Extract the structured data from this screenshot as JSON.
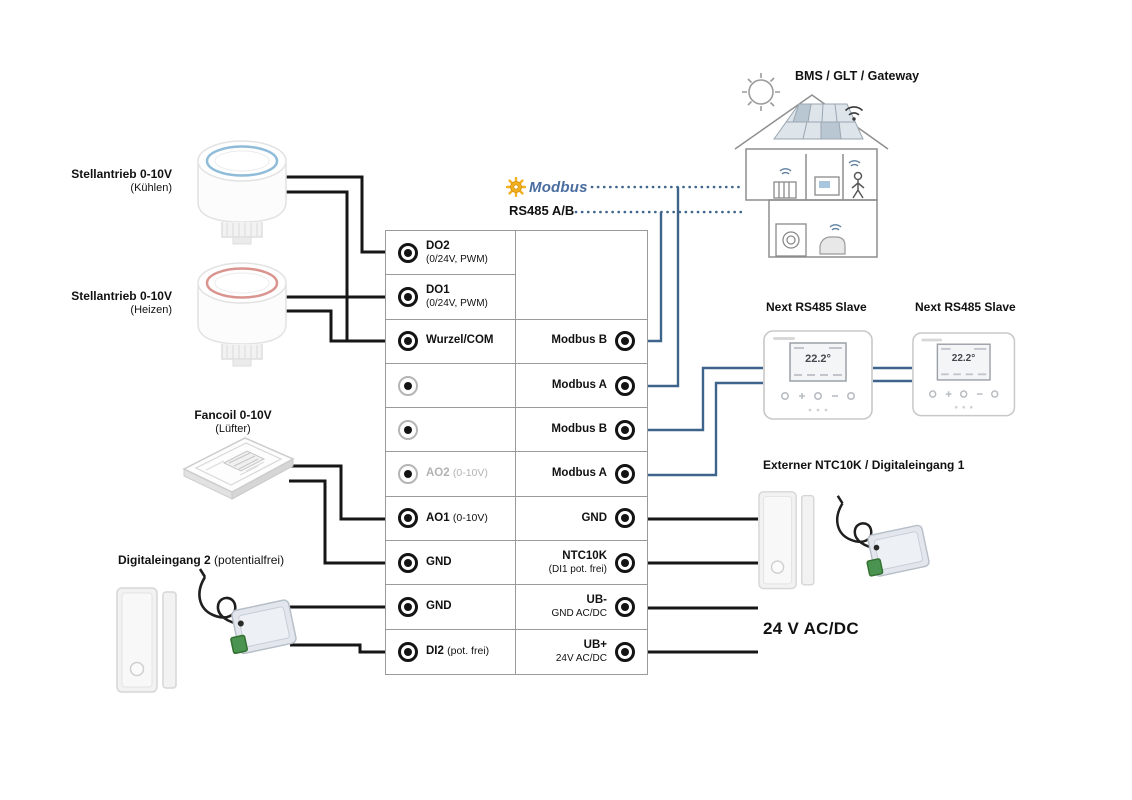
{
  "labels": {
    "actuator_cool_title": "Stellantrieb 0-10V",
    "actuator_cool_sub": "(Kühlen)",
    "actuator_heat_title": "Stellantrieb 0-10V",
    "actuator_heat_sub": "(Heizen)",
    "fancoil_title": "Fancoil 0-10V",
    "fancoil_sub": "(Lüfter)",
    "di2_title": "Digitaleingang 2",
    "di2_sub": "(potentialfrei)",
    "modbus_logo": "Modbus",
    "rs485": "RS485 A/B",
    "bms": "BMS / GLT / Gateway",
    "slave1": "Next RS485 Slave",
    "slave2": "Next RS485 Slave",
    "ntc_ext": "Externer NTC10K / Digitaleingang 1",
    "power": "24 V AC/DC"
  },
  "terminals": {
    "rows": [
      {
        "l": "DO2",
        "ls": "(0/24V, PWM)"
      },
      {
        "l": "DO1",
        "ls": "(0/24V, PWM)"
      },
      {
        "l": "Wurzel/COM",
        "r": "Modbus B"
      },
      {
        "r": "Modbus A"
      },
      {
        "r": "Modbus B"
      },
      {
        "l": "AO2",
        "li": "(0-10V)",
        "r": "Modbus A"
      },
      {
        "l": "AO1",
        "li": "(0-10V)",
        "r": "GND"
      },
      {
        "l": "GND",
        "r": "NTC10K",
        "rs": "(DI1 pot. frei)"
      },
      {
        "l": "GND",
        "r": "UB-",
        "rs": "GND AC/DC"
      },
      {
        "l": "DI2",
        "li": "(pot. frei)",
        "r": "UB+",
        "rs": "24V AC/DC"
      }
    ]
  },
  "thermostats": [
    {
      "display": "22.2°"
    },
    {
      "display": "22.2°"
    }
  ],
  "colors": {
    "wire_black": "#161616",
    "modbus_blue": "#3f648c",
    "modbus_yellow": "#f2b01d",
    "ring_cool": "#8fbcd9",
    "ring_heat": "#d9948f",
    "disabled_gray": "#b3b3b3"
  }
}
